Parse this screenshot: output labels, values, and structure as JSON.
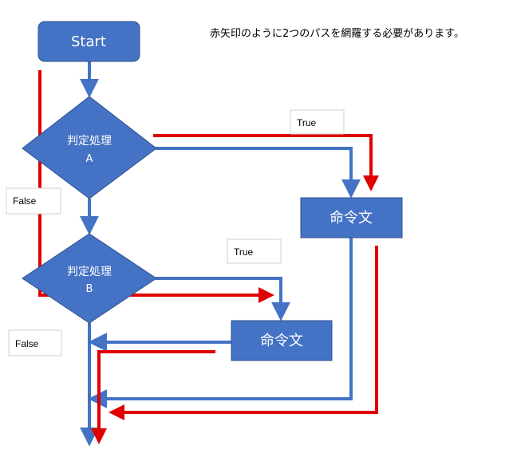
{
  "note": "赤矢印のように2つのパスを網羅する必要があります。",
  "nodes": {
    "start": "Start",
    "decision_a_line1": "判定処理",
    "decision_a_line2": "A",
    "decision_b_line1": "判定処理",
    "decision_b_line2": "B",
    "command_1": "命令文",
    "command_2": "命令文"
  },
  "labels": {
    "true_a": "True",
    "false_a": "False",
    "true_b": "True",
    "false_b": "False"
  },
  "colors": {
    "node_fill": "#4472C4",
    "node_stroke": "#2F528F",
    "flow_blue": "#4472C4",
    "path_red": "#E00000",
    "label_box_stroke": "#D0D0D0"
  }
}
